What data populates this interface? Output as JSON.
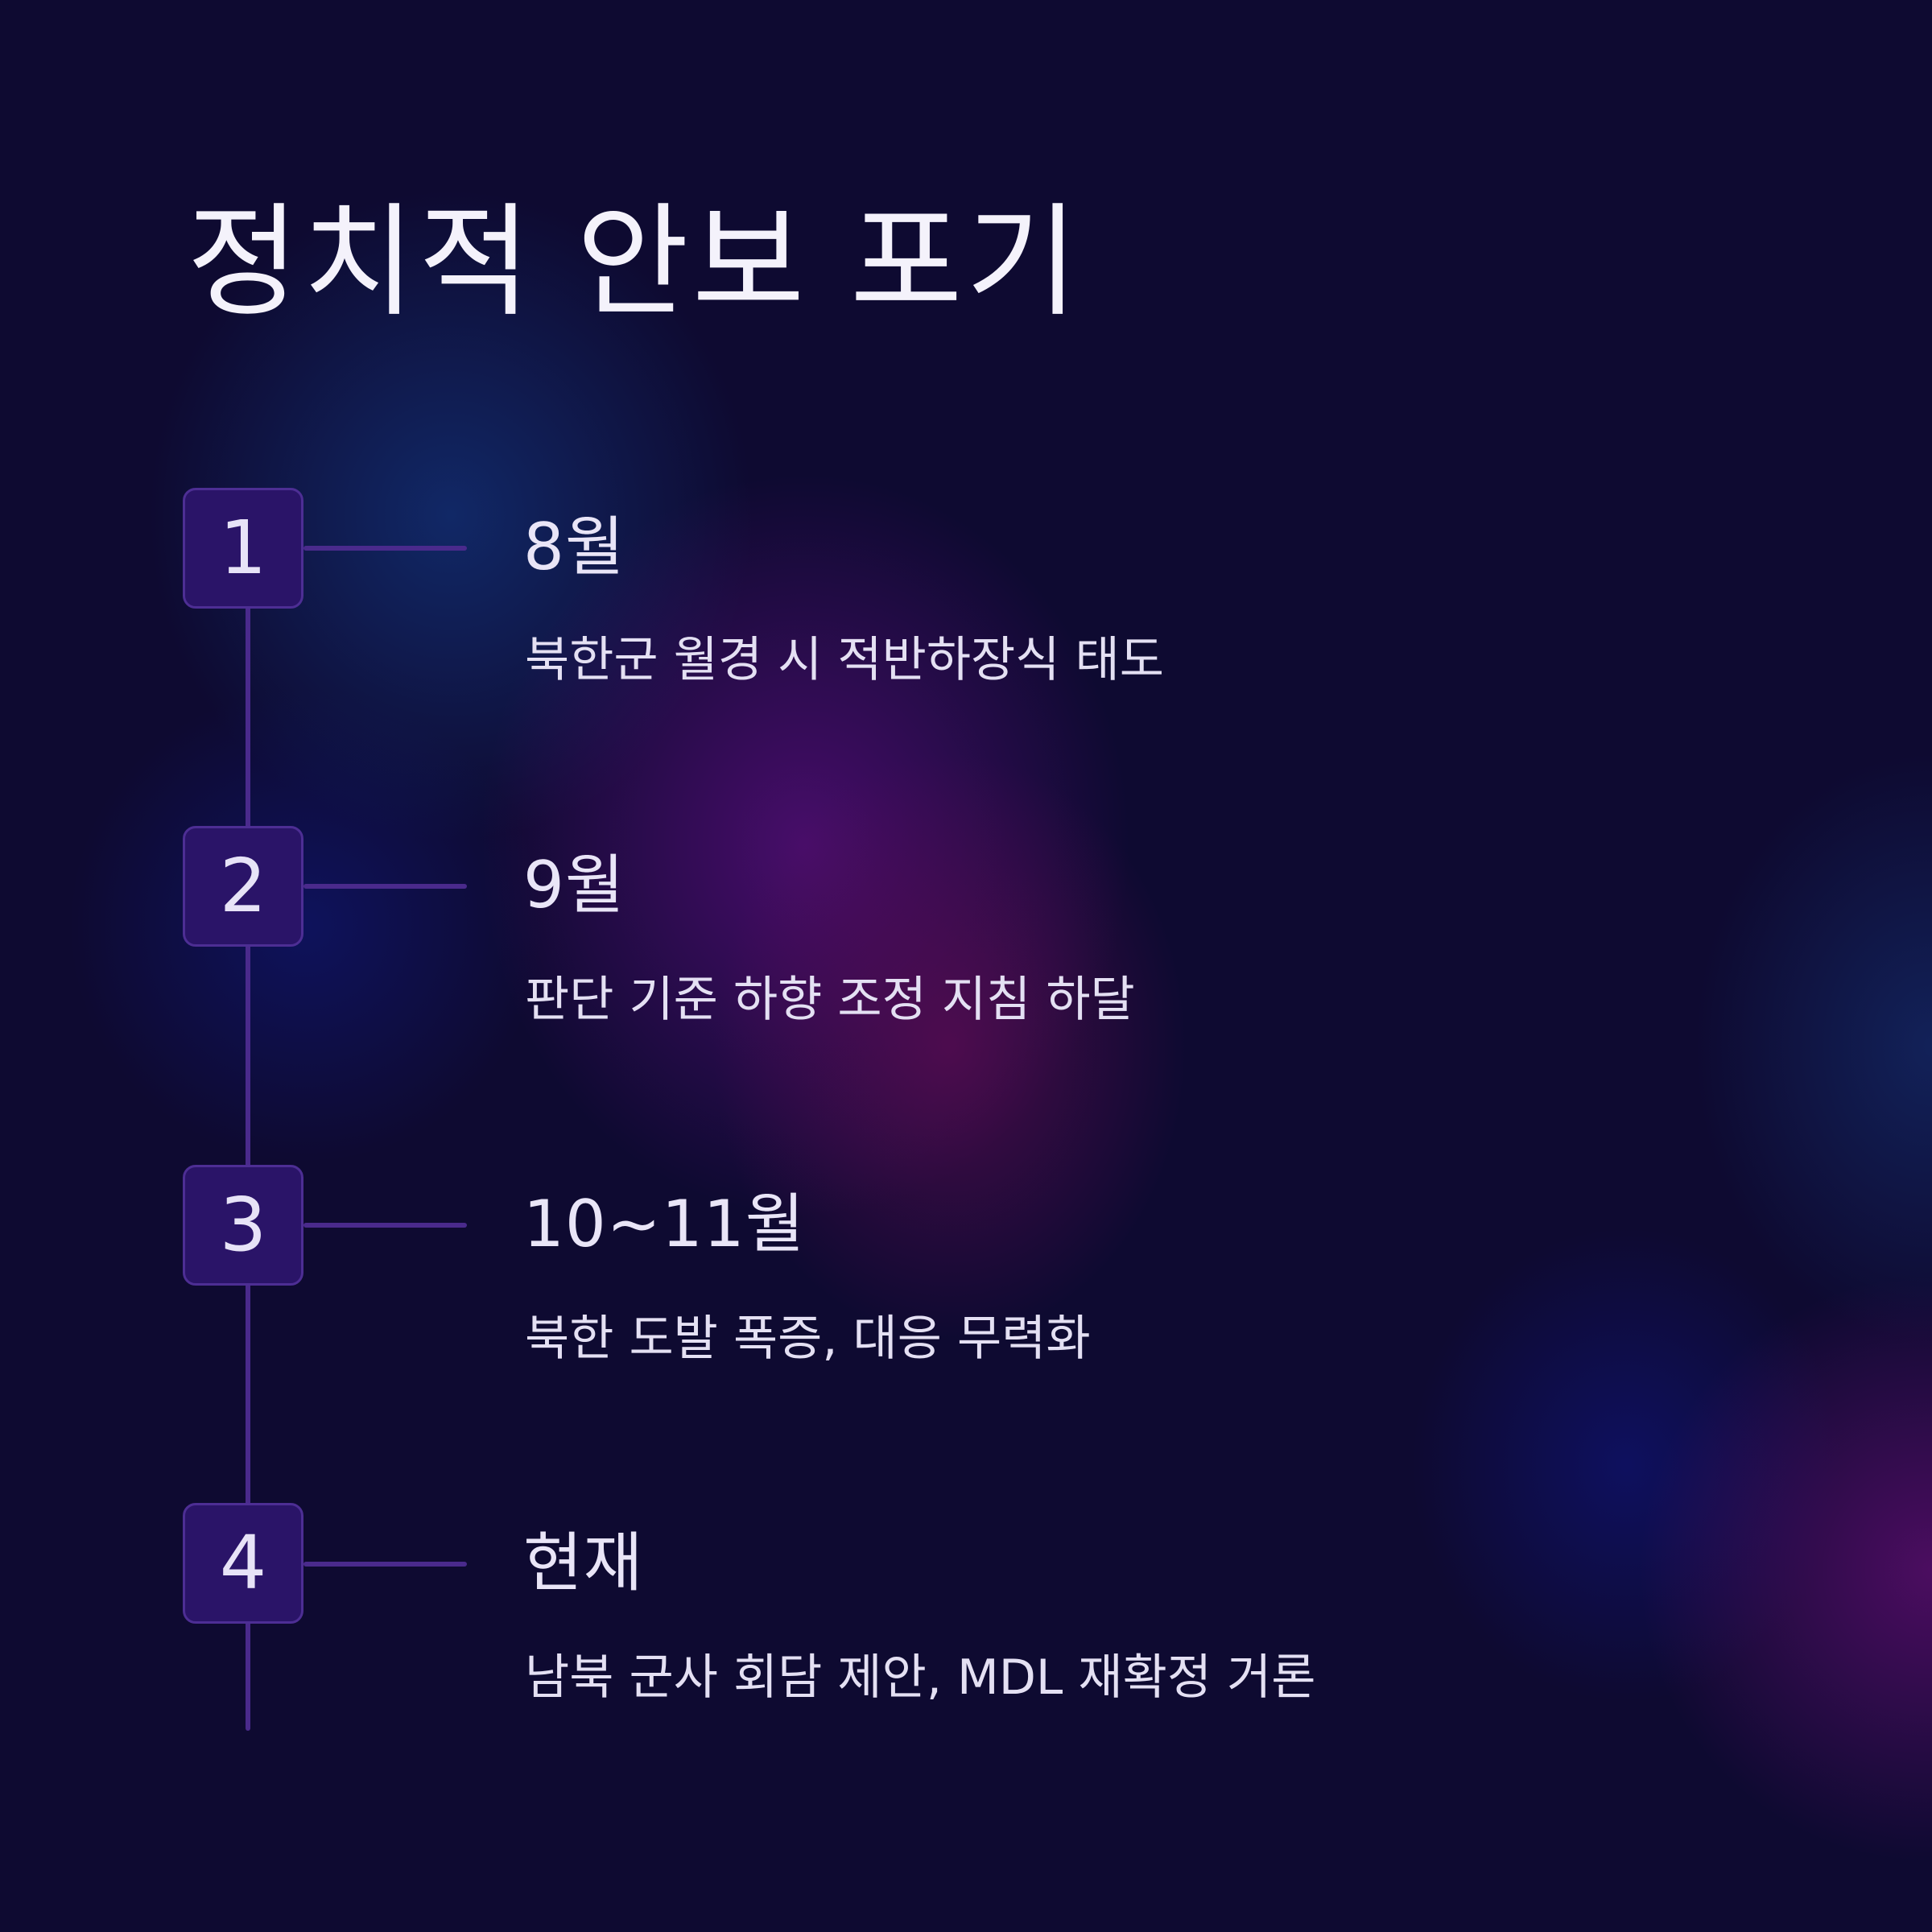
{
  "title": "정치적 안보 포기",
  "steps": [
    {
      "number": "1",
      "date": "8월",
      "description": "북한군 월경 시 적반하장식 태도"
    },
    {
      "number": "2",
      "date": "9월",
      "description": "판단 기준 하향 조정 지침 하달"
    },
    {
      "number": "3",
      "date": "10~11월",
      "description": "북한 도발 폭증, 대응 무력화"
    },
    {
      "number": "4",
      "date": "현재",
      "description": "남북 군사 회담 제안, MDL 재확정 거론"
    }
  ],
  "colors": {
    "background": "#0e0a31",
    "step_box": "#2a1468",
    "line": "#4a2a8c",
    "text": "#e9e5f7"
  }
}
